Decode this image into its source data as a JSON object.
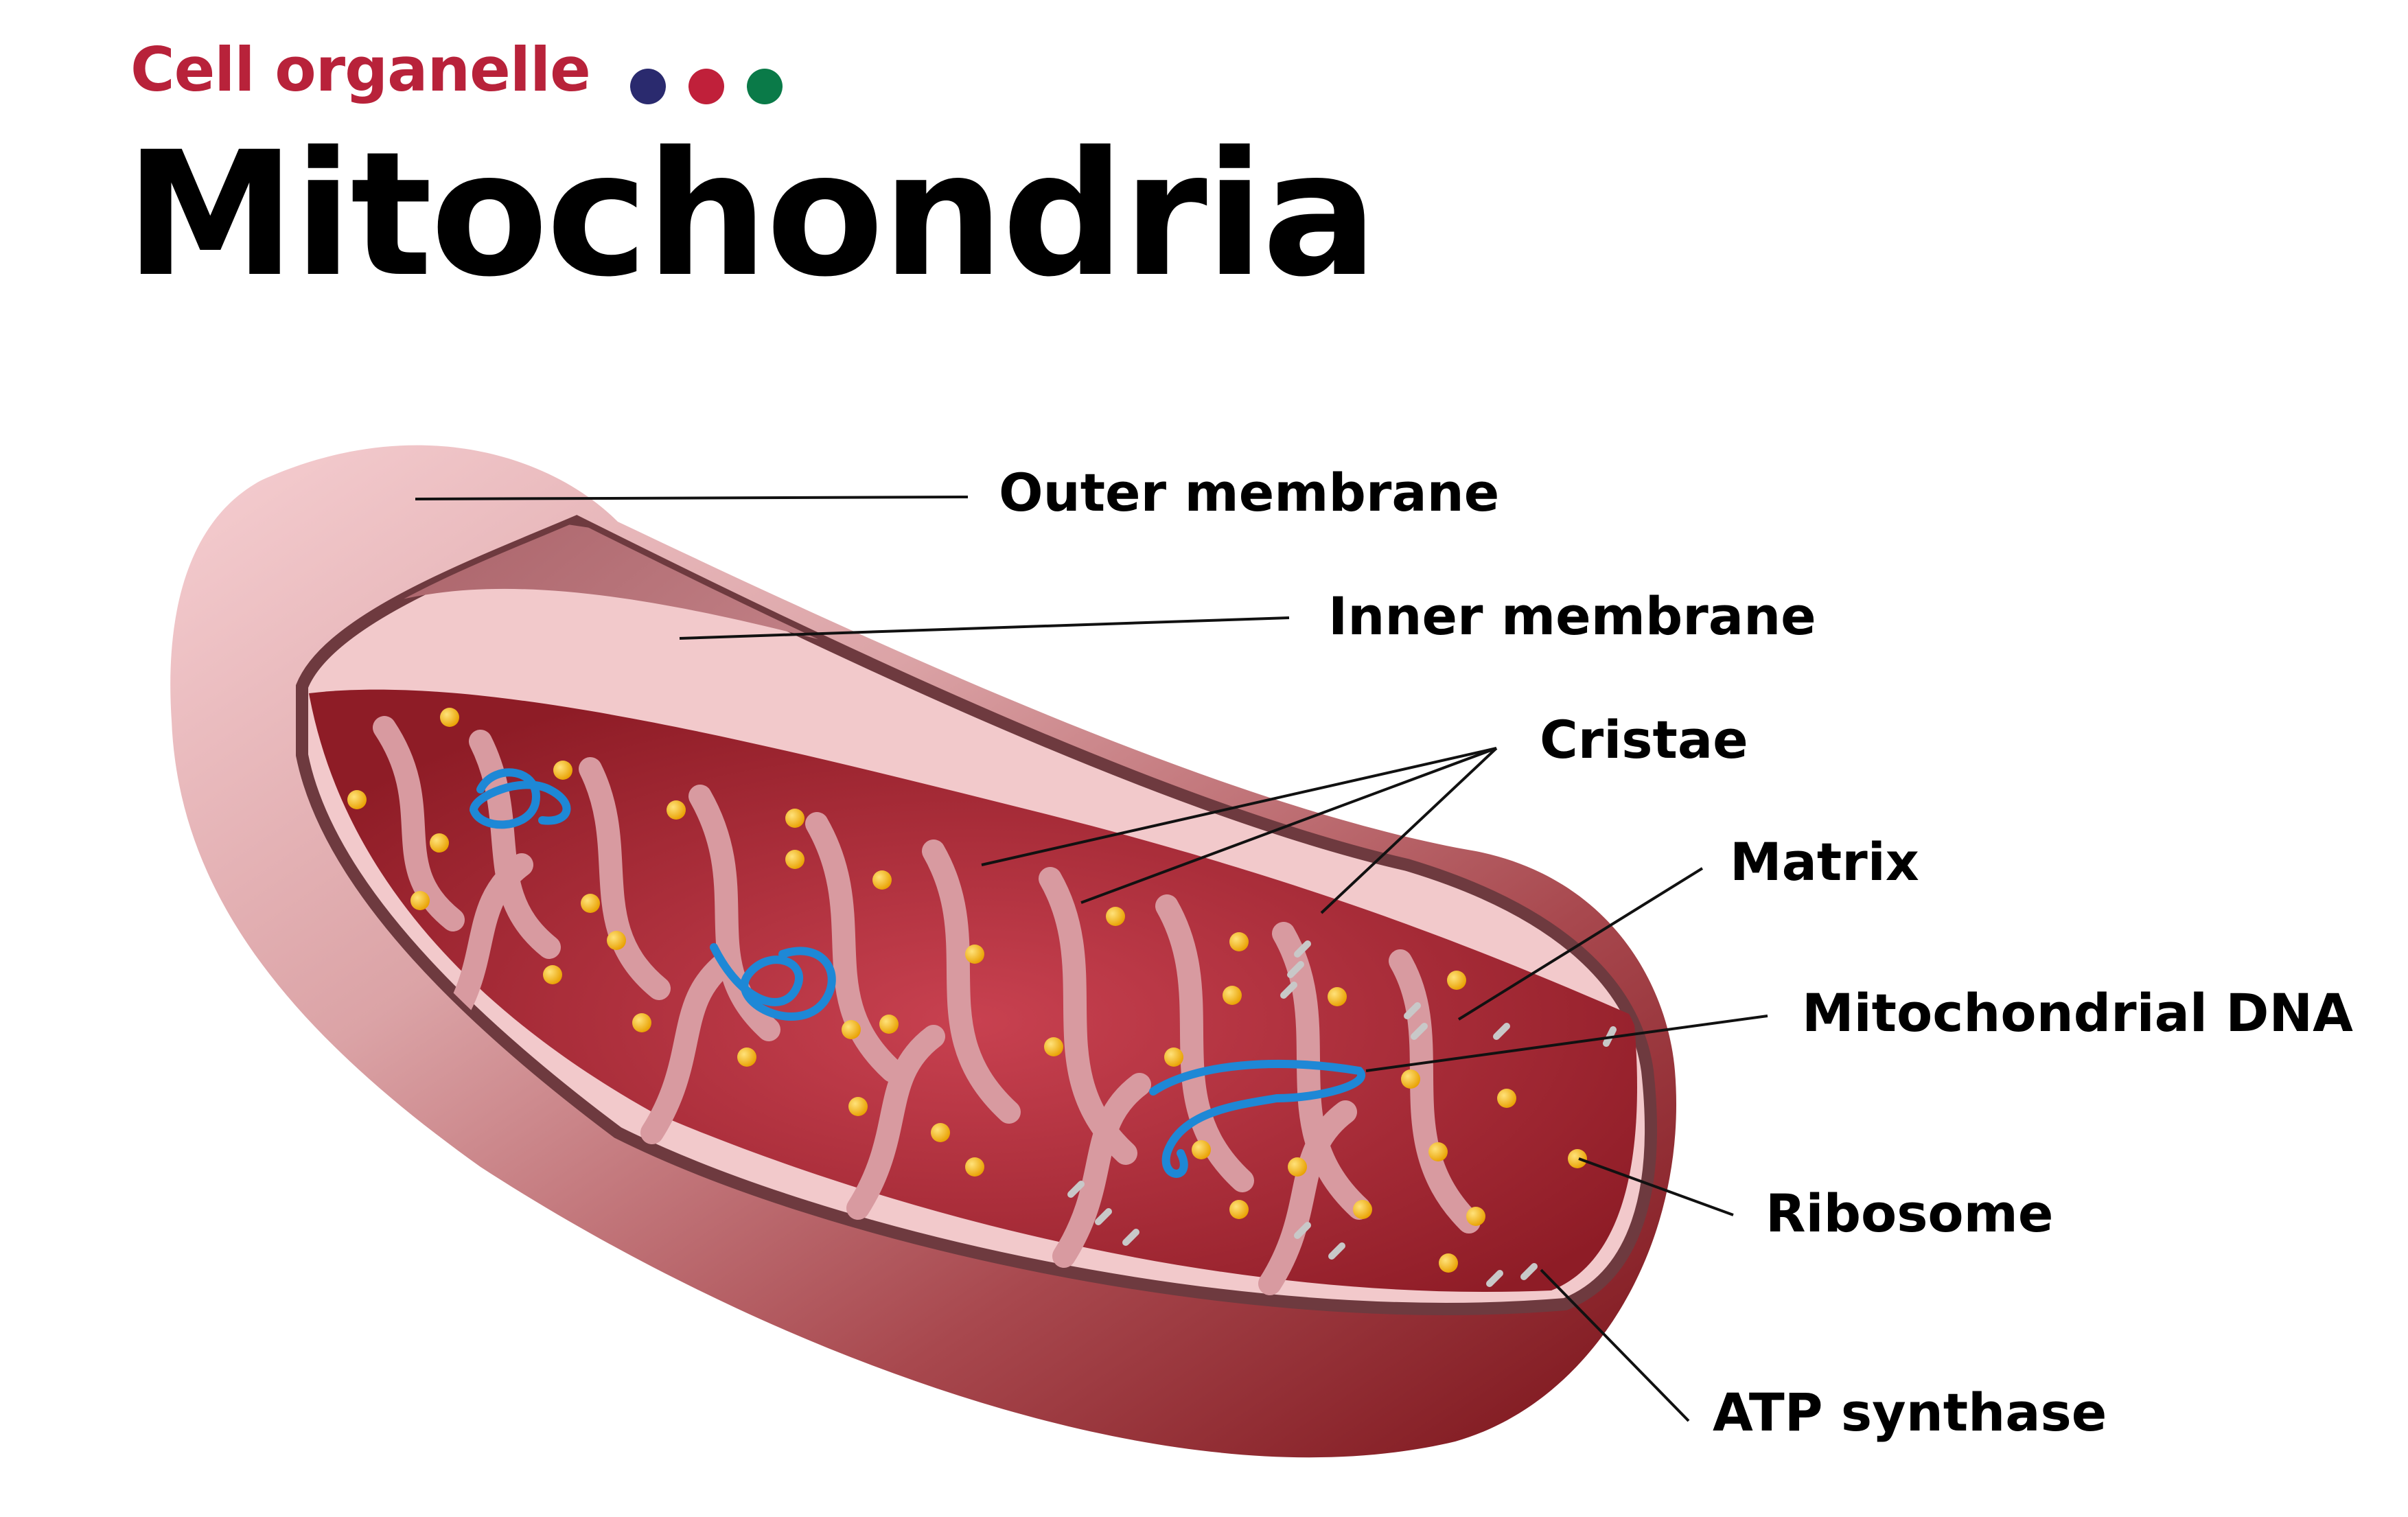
{
  "header": {
    "subtitle": "Cell organelle",
    "title": "Mitochondria",
    "dots": [
      "#2a2a6e",
      "#c0203a",
      "#0a7a48"
    ]
  },
  "labels": {
    "outer_membrane": "Outer membrane",
    "inner_membrane": "Inner membrane",
    "cristae": "Cristae",
    "matrix": "Matrix",
    "mitochondrial_dna": "Mitochondrial DNA",
    "ribosome": "Ribosome",
    "atp_synthase": "ATP synthase"
  },
  "colors": {
    "subtitle": "#b8223a",
    "outer": "#d9a3a5",
    "outer_dark": "#8a1f24",
    "membrane_rim": "#6e3a3f",
    "cristae": "#b9333e",
    "matrix_bg": "#f2c9cb",
    "dna": "#1e88d6",
    "ribosome": "#f5b800",
    "atp": "#c8c8c8"
  }
}
